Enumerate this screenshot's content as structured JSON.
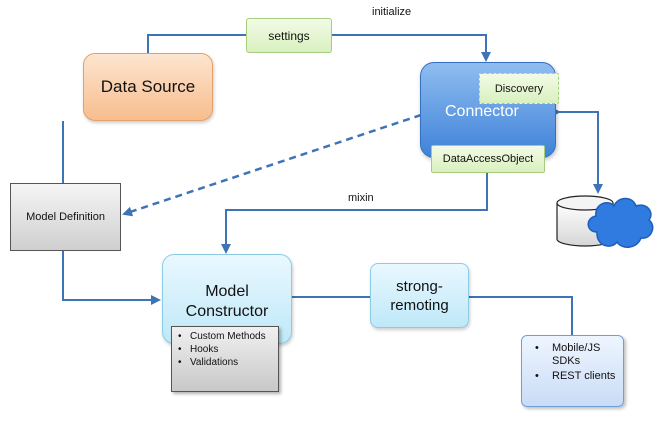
{
  "diagram": {
    "edge_labels": {
      "initialize": "initialize",
      "mixin": "mixin"
    },
    "nodes": {
      "settings": "settings",
      "data_source": "Data Source",
      "connector": "Connector",
      "discovery": "Discovery",
      "data_access_object": "DataAccessObject",
      "model_definition": "Model Definition",
      "model_constructor": "Model Constructor",
      "model_constructor_items": [
        "Custom Methods",
        "Hooks",
        "Validations"
      ],
      "strong_remoting": "strong-remoting",
      "clients_items": [
        "Mobile/JS SDKs",
        "REST clients"
      ]
    },
    "colors": {
      "arrow": "#3f73b8",
      "data_source_fill": "#f7bd8e",
      "connector_fill": "#3f82d8",
      "green_box_fill": "#d9f0bf",
      "model_constructor_fill": "#bfe8f8",
      "cloud_fill": "#2f7be0"
    },
    "icons": {
      "database": "database-cylinder-icon",
      "cloud": "cloud-icon"
    }
  }
}
